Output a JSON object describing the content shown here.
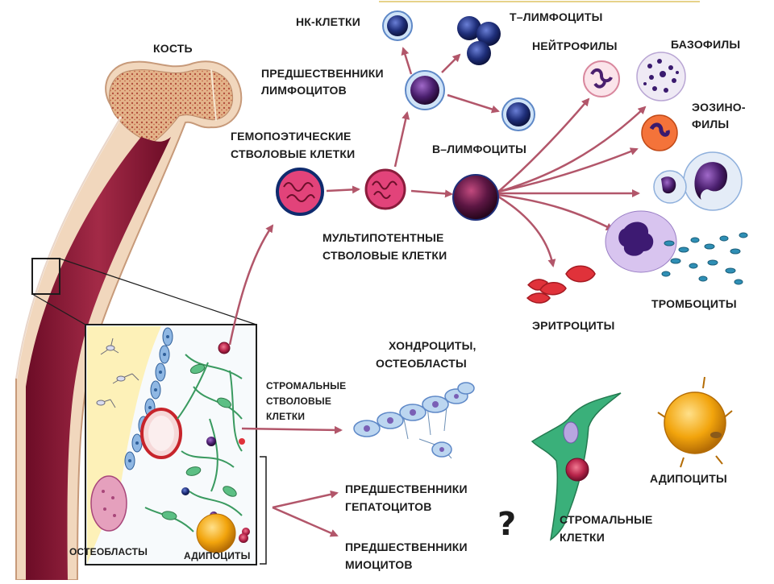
{
  "labels": {
    "bone": "КОСТЬ",
    "nk_cells": "НК-КЛЕТКИ",
    "t_lymphocytes": "Т–ЛИМФОЦИТЫ",
    "lymphocyte_precursors_1": "ПРЕДШЕСТВЕННИКИ",
    "lymphocyte_precursors_2": "ЛИМФОЦИТОВ",
    "neutrophils": "НЕЙТРОФИЛЫ",
    "basophils": "БАЗОФИЛЫ",
    "eosinophils_1": "ЭОЗИНО-",
    "eosinophils_2": "ФИЛЫ",
    "hsc_1": "ГЕМОПОЭТИЧЕСКИЕ",
    "hsc_2": "СТВОЛОВЫЕ КЛЕТКИ",
    "b_lymphocytes": "В–ЛИМФОЦИТЫ",
    "multipotent_1": "МУЛЬТИПОТЕНТНЫЕ",
    "multipotent_2": "СТВОЛОВЫЕ КЛЕТКИ",
    "platelets": "ТРОМБОЦИТЫ",
    "erythrocytes": "ЭРИТРОЦИТЫ",
    "chondrocytes_1": "ХОНДРОЦИТЫ,",
    "chondrocytes_2": "ОСТЕОБЛАСТЫ",
    "stromal_stem_1": "СТРОМАЛЬНЫЕ",
    "stromal_stem_2": "СТВОЛОВЫЕ",
    "stromal_stem_3": "КЛЕТКИ",
    "hepatocyte_1": "ПРЕДШЕСТВЕННИКИ",
    "hepatocyte_2": "ГЕПАТОЦИТОВ",
    "myocyte_1": "ПРЕДШЕСТВЕННИКИ",
    "myocyte_2": "МИОЦИТОВ",
    "question": "?",
    "stromal_cells_1": "СТРОМАЛЬНЫЕ",
    "stromal_cells_2": "КЛЕТКИ",
    "adipocytes_right": "АДИПОЦИТЫ",
    "osteoblasts_inset": "ОСТЕОБЛАСТЫ",
    "adipocytes_inset": "АДИПОЦИТЫ"
  },
  "colors": {
    "arrow": "#b2566a",
    "bone_marrow": "#8e1f3a",
    "bone_spongy": "#d9a77f",
    "cell_blue": "#1f3a8a",
    "cell_purple": "#4a1f6e",
    "erythrocyte": "#e0323a",
    "adipocyte": "#f2a40c",
    "stromal_green": "#3aa86a"
  }
}
